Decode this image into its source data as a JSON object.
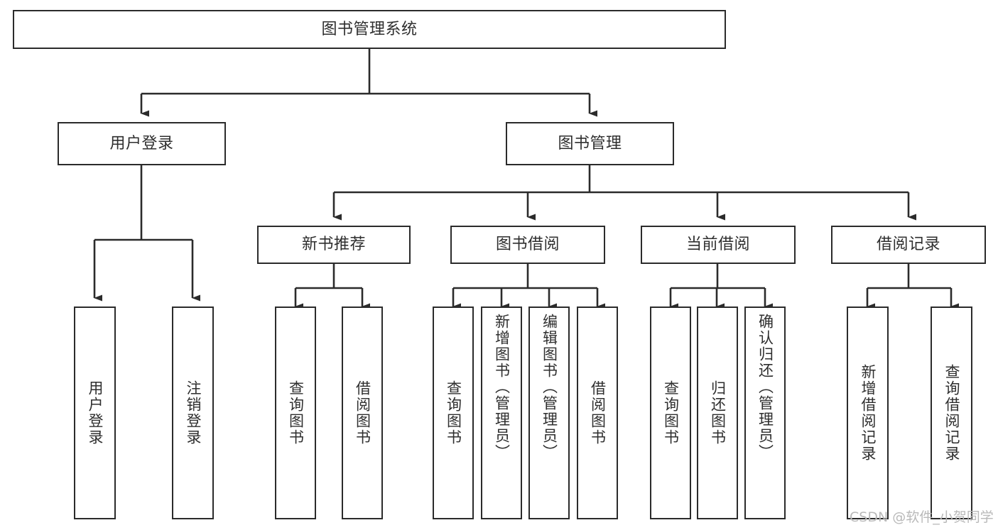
{
  "diagram": {
    "type": "tree-hierarchy",
    "title": "图书管理系统",
    "orientation": "top-down",
    "colors": {
      "line": "#2b2b2b",
      "box_border": "#2b2b2b",
      "box_fill": "#ffffff",
      "text": "#2e2e2e",
      "background": "#ffffff",
      "watermark": "#b9b9b9"
    },
    "root": {
      "label": "图书管理系统"
    },
    "level2": [
      {
        "label": "用户登录"
      },
      {
        "label": "图书管理"
      }
    ],
    "level3": [
      {
        "label": "新书推荐"
      },
      {
        "label": "图书借阅"
      },
      {
        "label": "当前借阅"
      },
      {
        "label": "借阅记录"
      }
    ],
    "leaves": {
      "user_login": [
        {
          "label": "用户登录"
        },
        {
          "label": "注销登录"
        }
      ],
      "new_book_recommend": [
        {
          "label": "查询图书"
        },
        {
          "label": "借阅图书"
        }
      ],
      "book_borrow": [
        {
          "label": "查询图书"
        },
        {
          "label": "新增图书（管理员）"
        },
        {
          "label": "编辑图书（管理员）"
        },
        {
          "label": "借阅图书"
        }
      ],
      "current_borrow": [
        {
          "label": "查询图书"
        },
        {
          "label": "归还图书"
        },
        {
          "label": "确认归还（管理员）"
        }
      ],
      "borrow_record": [
        {
          "label": "新增借阅记录"
        },
        {
          "label": "查询借阅记录"
        }
      ]
    }
  },
  "watermark": {
    "text": "CSDN @软件_小贺同学"
  }
}
